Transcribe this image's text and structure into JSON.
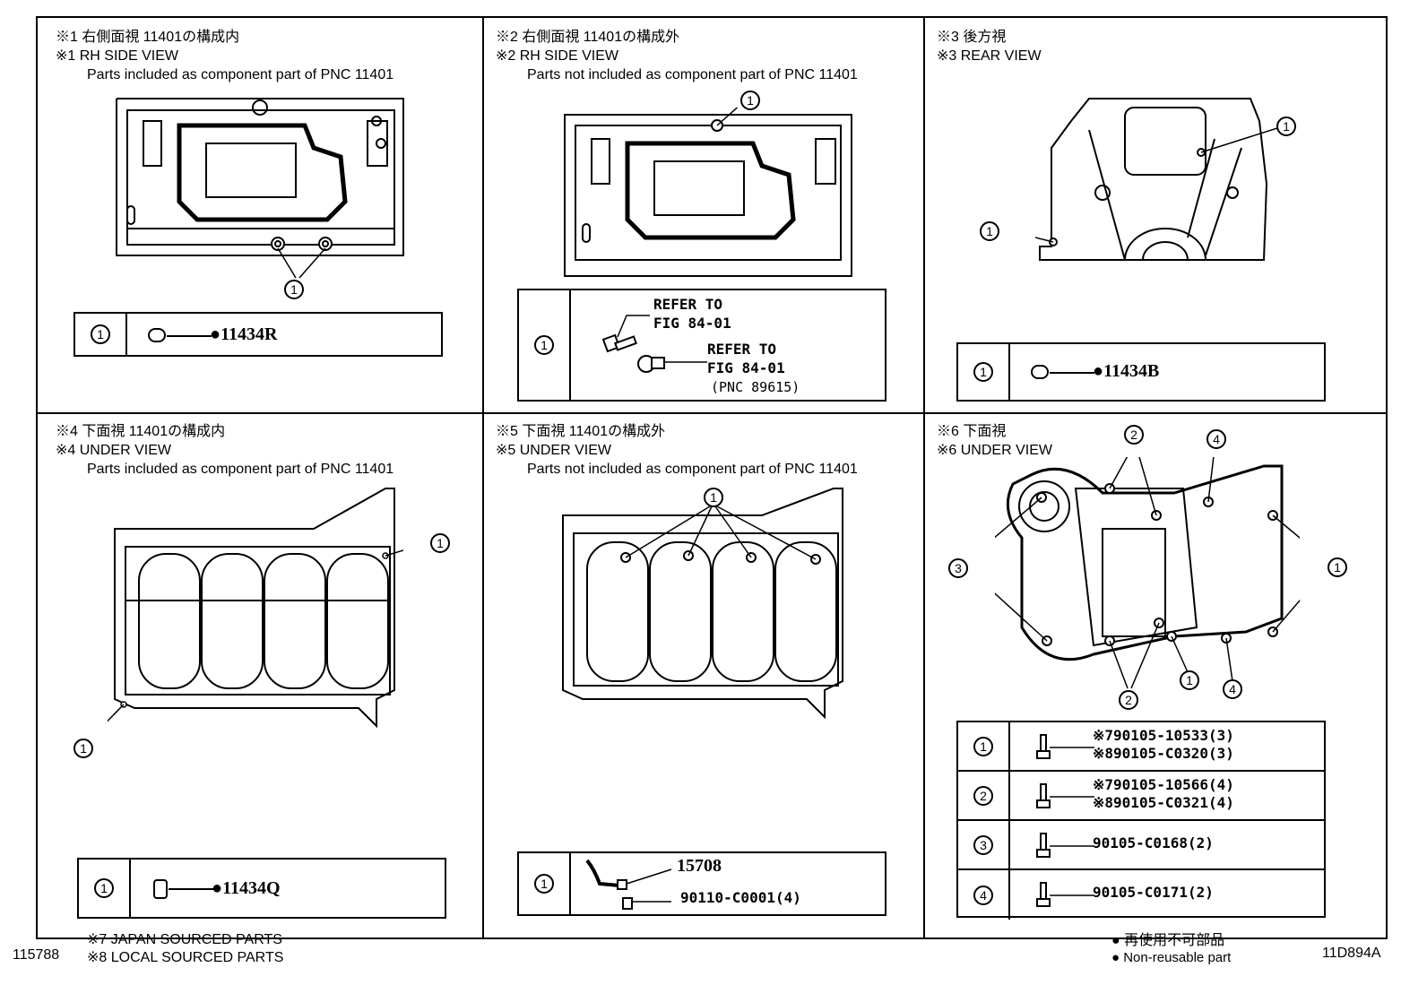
{
  "panels": [
    {
      "h1": "※1 右側面視 11401の構成内",
      "h2": "※1 RH SIDE VIEW",
      "h3": "Parts included as component part of PNC 11401"
    },
    {
      "h1": "※2 右側面視 11401の構成外",
      "h2": "※2 RH SIDE VIEW",
      "h3": "Parts not included as component part of PNC 11401"
    },
    {
      "h1": "※3 後方視",
      "h2": "※3 REAR VIEW",
      "h3": ""
    },
    {
      "h1": "※4 下面視 11401の構成内",
      "h2": "※4 UNDER VIEW",
      "h3": "Parts included as component part of PNC 11401"
    },
    {
      "h1": "※5 下面視 11401の構成外",
      "h2": "※5 UNDER VIEW",
      "h3": "Parts not included as component part of PNC 11401"
    },
    {
      "h1": "※6 下面視",
      "h2": "※6 UNDER VIEW",
      "h3": ""
    }
  ],
  "callout_numbers": {
    "one": "1",
    "two": "2",
    "three": "3",
    "four": "4"
  },
  "tables": {
    "p1": {
      "idx": "1",
      "part": "●11434R"
    },
    "p2": {
      "idx": "1",
      "refer1": "REFER TO",
      "fig1": "FIG 84-01",
      "refer2": "REFER TO",
      "fig2": "FIG 84-01",
      "pnc": "(PNC 89615)"
    },
    "p3": {
      "idx": "1",
      "part": "●11434B"
    },
    "p4": {
      "idx": "1",
      "part": "●11434Q"
    },
    "p5": {
      "idx": "1",
      "part1": "15708",
      "part2": "90110-C0001(4)"
    },
    "p6": [
      {
        "idx": "1",
        "line1": "※790105-10533(3)",
        "line2": "※890105-C0320(3)"
      },
      {
        "idx": "2",
        "line1": "※790105-10566(4)",
        "line2": "※890105-C0321(4)"
      },
      {
        "idx": "3",
        "line1": "90105-C0168(2)",
        "line2": ""
      },
      {
        "idx": "4",
        "line1": "90105-C0171(2)",
        "line2": ""
      }
    ]
  },
  "footer": {
    "note7": "※7 JAPAN SOURCED PARTS",
    "note8": "※8 LOCAL SOURCED PARTS",
    "left_code": "115788",
    "legend_jp": "● 再使用不可部品",
    "legend_en": "● Non-reusable part",
    "right_code": "11D894A"
  }
}
